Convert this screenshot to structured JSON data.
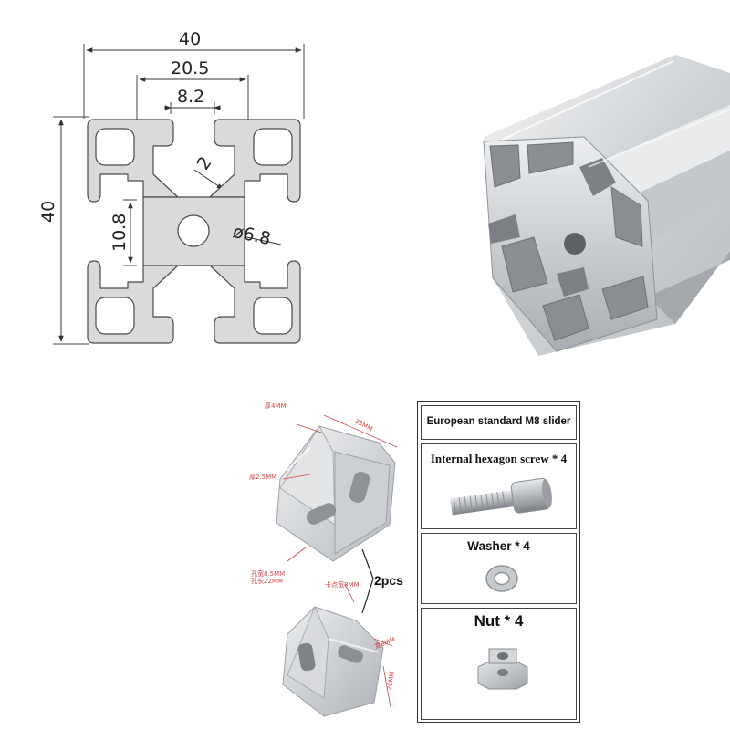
{
  "profile_drawing": {
    "width_label": "40",
    "slot_span_label": "20.5",
    "slot_opening_label": "8.2",
    "height_label": "40",
    "core_label": "10.8",
    "wall_label": "2",
    "bore_label": "ø6.8"
  },
  "bracket": {
    "labels": {
      "thickness_4": "厚4MM",
      "length_35": "35MM",
      "thickness_2_5": "厚2.5MM",
      "hole_width": "孔宽8.5MM",
      "hole_length": "孔长22MM",
      "clip_width": "卡点宽8MM",
      "side_width": "宽8MM",
      "side_length": "20MM"
    },
    "quantity_label": "2pcs"
  },
  "kit": {
    "header": "European standard M8 slider",
    "screw_label": "Internal hexagon screw * 4",
    "washer_label": "Washer * 4",
    "nut_label": "Nut * 4"
  },
  "colors": {
    "profile_fill": "#d9dadb",
    "profile_stroke": "#4a4a4a",
    "dimension_line": "#333333",
    "accent_red": "#d04545"
  }
}
